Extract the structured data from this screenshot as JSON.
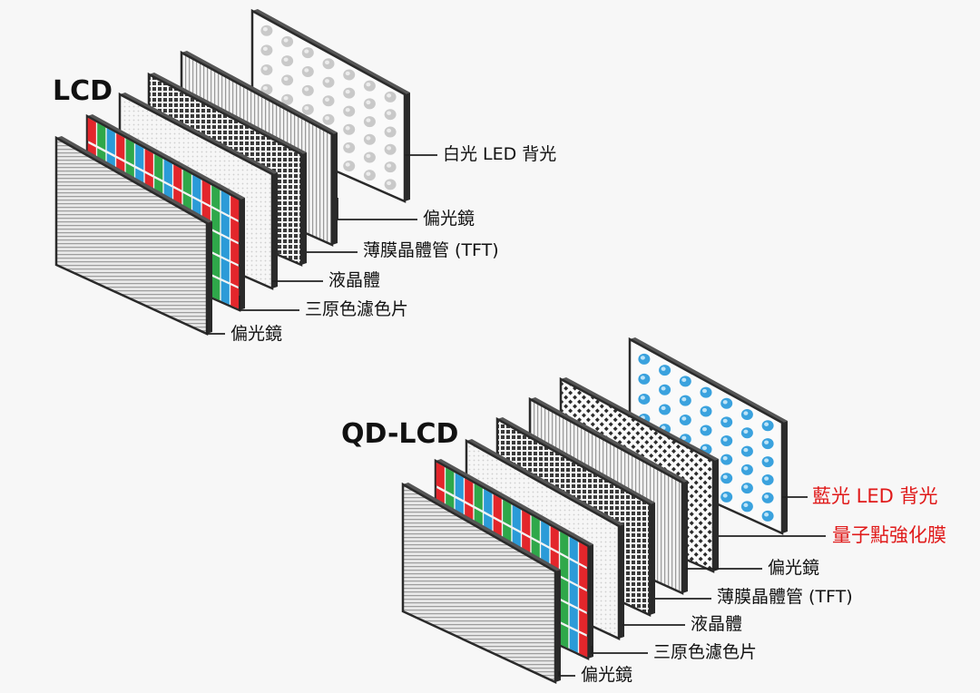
{
  "lcd": {
    "title": "LCD",
    "labels": {
      "backlight": "白光 LED 背光",
      "polarizer_back": "偏光鏡",
      "tft": "薄膜晶體管 (TFT)",
      "liquid_crystal": "液晶體",
      "color_filter": "三原色濾色片",
      "polarizer_front": "偏光鏡"
    }
  },
  "qdlcd": {
    "title": "QD-LCD",
    "labels": {
      "backlight": "藍光 LED 背光",
      "qd_film": "量子點強化膜",
      "polarizer_back": "偏光鏡",
      "tft": "薄膜晶體管 (TFT)",
      "liquid_crystal": "液晶體",
      "color_filter": "三原色濾色片",
      "polarizer_front": "偏光鏡"
    }
  },
  "colors": {
    "highlight_label": "#e01a1a",
    "label": "#111111",
    "leader_line": "#222222",
    "panel_edge": "#2a2a2a",
    "white_led": "#c9c9c9",
    "blue_led": "#3aa2de",
    "subpixel_red": "#e3262b",
    "subpixel_green": "#2fa84a",
    "subpixel_blue": "#2b9bd8"
  }
}
